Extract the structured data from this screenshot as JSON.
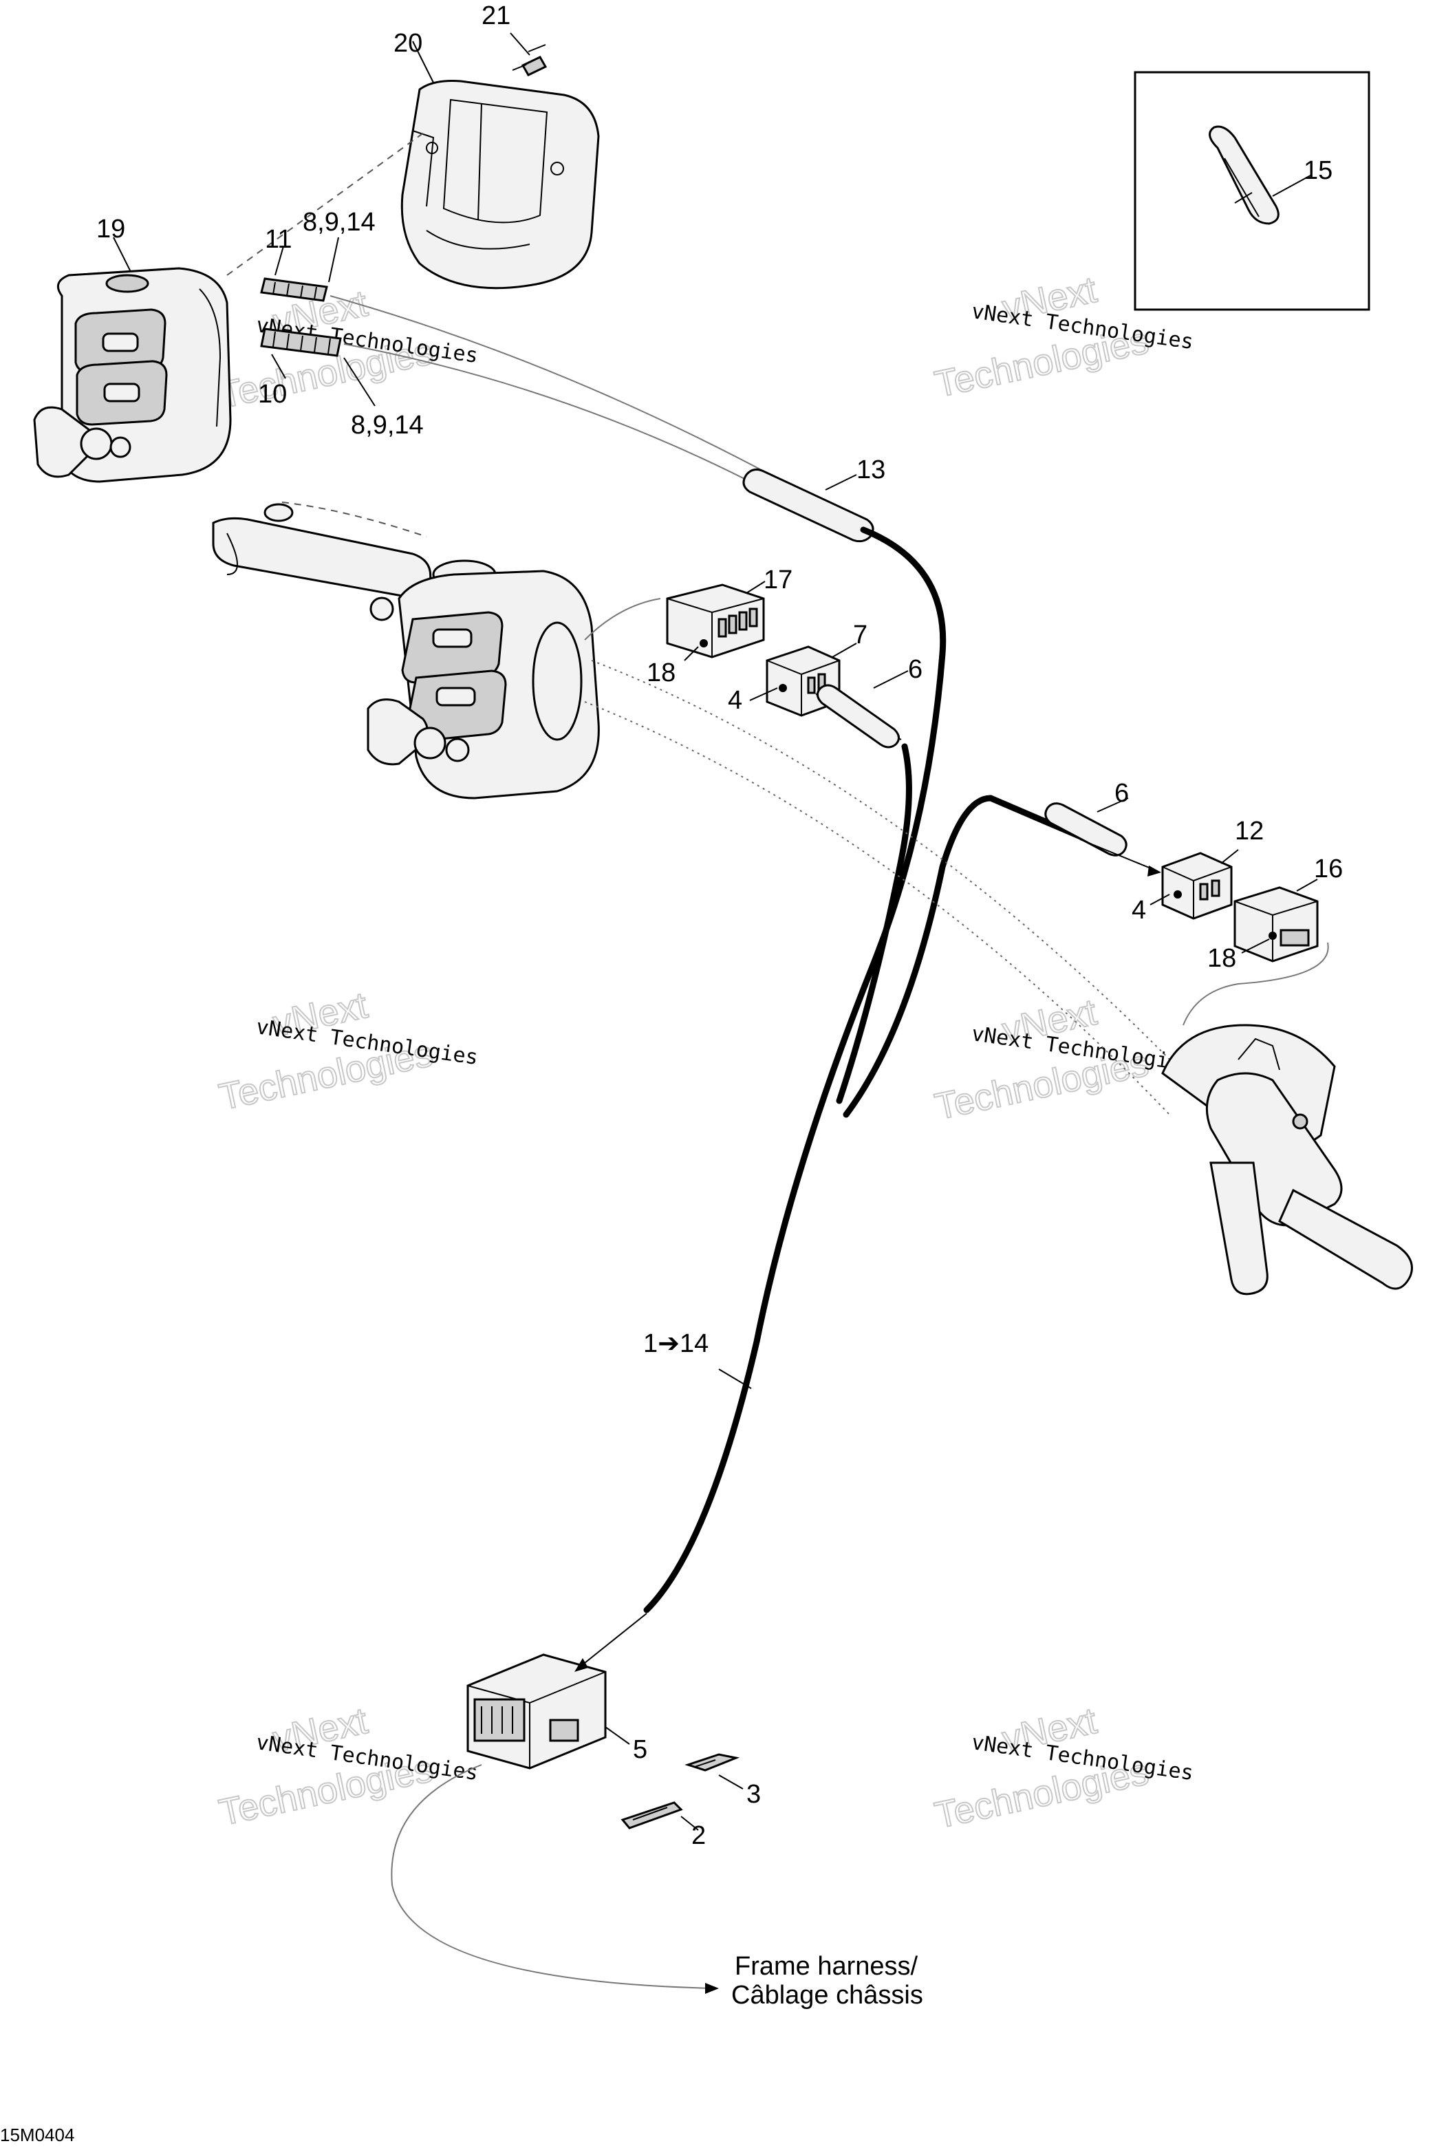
{
  "callouts": {
    "c21": "21",
    "c20": "20",
    "c19": "19",
    "c11": "11",
    "c8914a": "8,9,14",
    "c10": "10",
    "c8914b": "8,9,14",
    "c15": "15",
    "c13": "13",
    "c17": "17",
    "c7": "7",
    "c18a": "18",
    "c4a": "4",
    "c6a": "6",
    "c6b": "6",
    "c12": "12",
    "c4b": "4",
    "c16": "16",
    "c18b": "18",
    "c1to14": "1➔14",
    "c5": "5",
    "c3": "3",
    "c2": "2"
  },
  "destination": {
    "line1": "Frame harness/",
    "line2": "Câblage châssis"
  },
  "figure_code": "15M0404",
  "watermark": {
    "small": "vNext Technologies",
    "big_top": "vNext",
    "big_bottom": "Technologies"
  }
}
